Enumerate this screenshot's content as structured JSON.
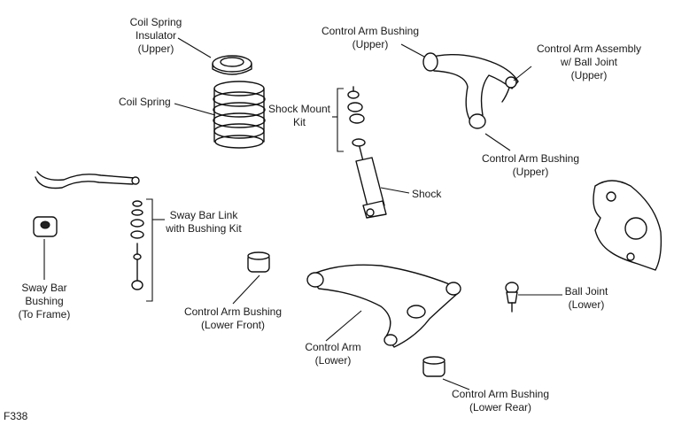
{
  "figure_code": "F338",
  "labels": {
    "coil_spring_insulator": [
      "Coil Spring",
      "Insulator",
      "(Upper)"
    ],
    "coil_spring": [
      "Coil Spring"
    ],
    "control_arm_bushing_upper_top": [
      "Control Arm Bushing",
      "(Upper)"
    ],
    "control_arm_assembly": [
      "Control Arm Assembly",
      "w/ Ball Joint",
      "(Upper)"
    ],
    "shock_mount_kit": [
      "Shock Mount",
      "Kit"
    ],
    "control_arm_bushing_upper_bottom": [
      "Control Arm Bushing",
      "(Upper)"
    ],
    "shock": [
      "Shock"
    ],
    "sway_bar_link": [
      "Sway Bar Link",
      "with Bushing Kit"
    ],
    "sway_bar_bushing": [
      "Sway Bar",
      "Bushing",
      "(To Frame)"
    ],
    "control_arm_bushing_lower_front": [
      "Control Arm Bushing",
      "(Lower Front)"
    ],
    "ball_joint_lower": [
      "Ball Joint",
      "(Lower)"
    ],
    "control_arm_lower": [
      "Control Arm",
      "(Lower)"
    ],
    "control_arm_bushing_lower_rear": [
      "Control Arm Bushing",
      "(Lower Rear)"
    ]
  }
}
